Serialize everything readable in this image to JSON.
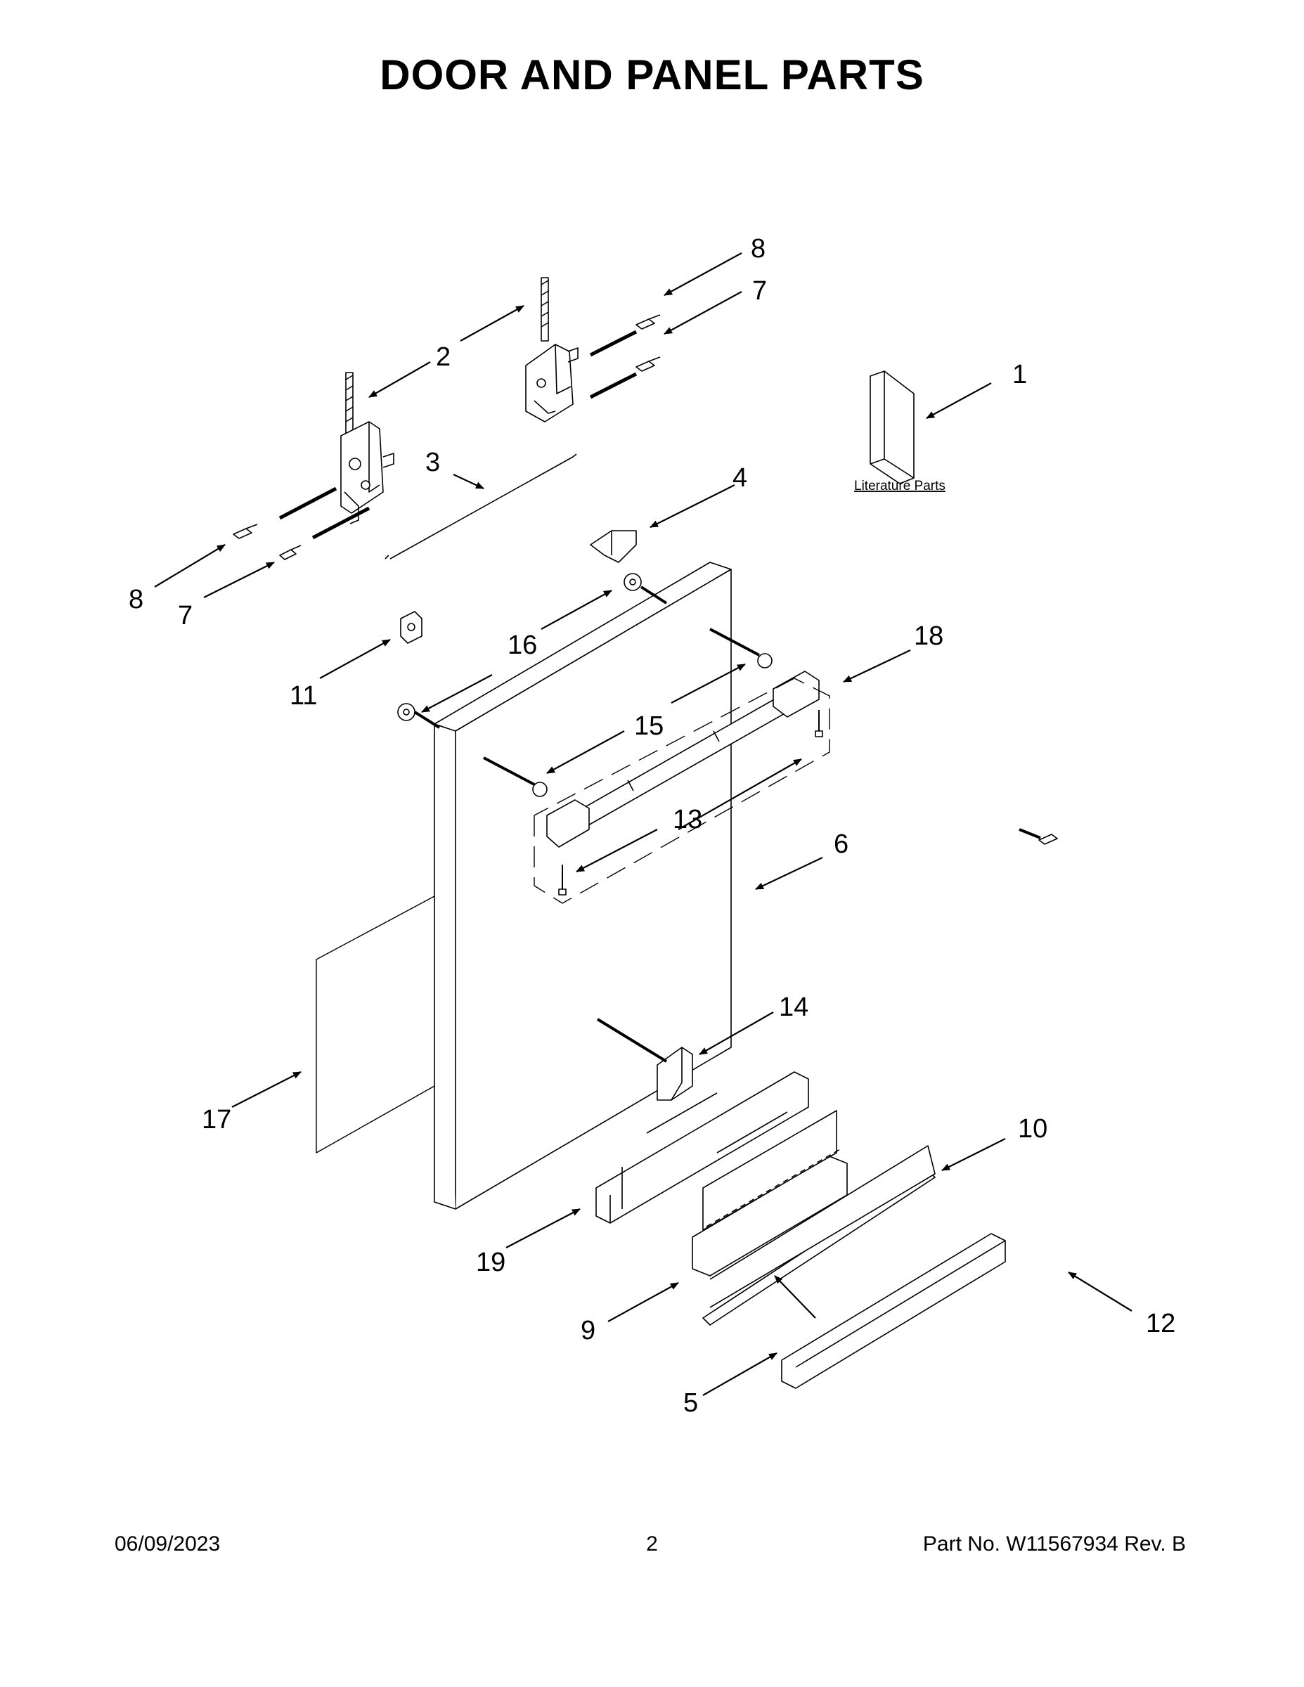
{
  "page": {
    "title": "DOOR AND PANEL PARTS",
    "date": "06/09/2023",
    "page_number": "2",
    "part_number": "Part No.  W11567934  Rev.  B"
  },
  "diagram": {
    "literature_label": "Literature Parts",
    "callouts": [
      "1",
      "2",
      "3",
      "4",
      "5",
      "6",
      "7",
      "7",
      "8",
      "8",
      "9",
      "10",
      "11",
      "12",
      "13",
      "14",
      "15",
      "16",
      "17",
      "18",
      "19"
    ]
  }
}
